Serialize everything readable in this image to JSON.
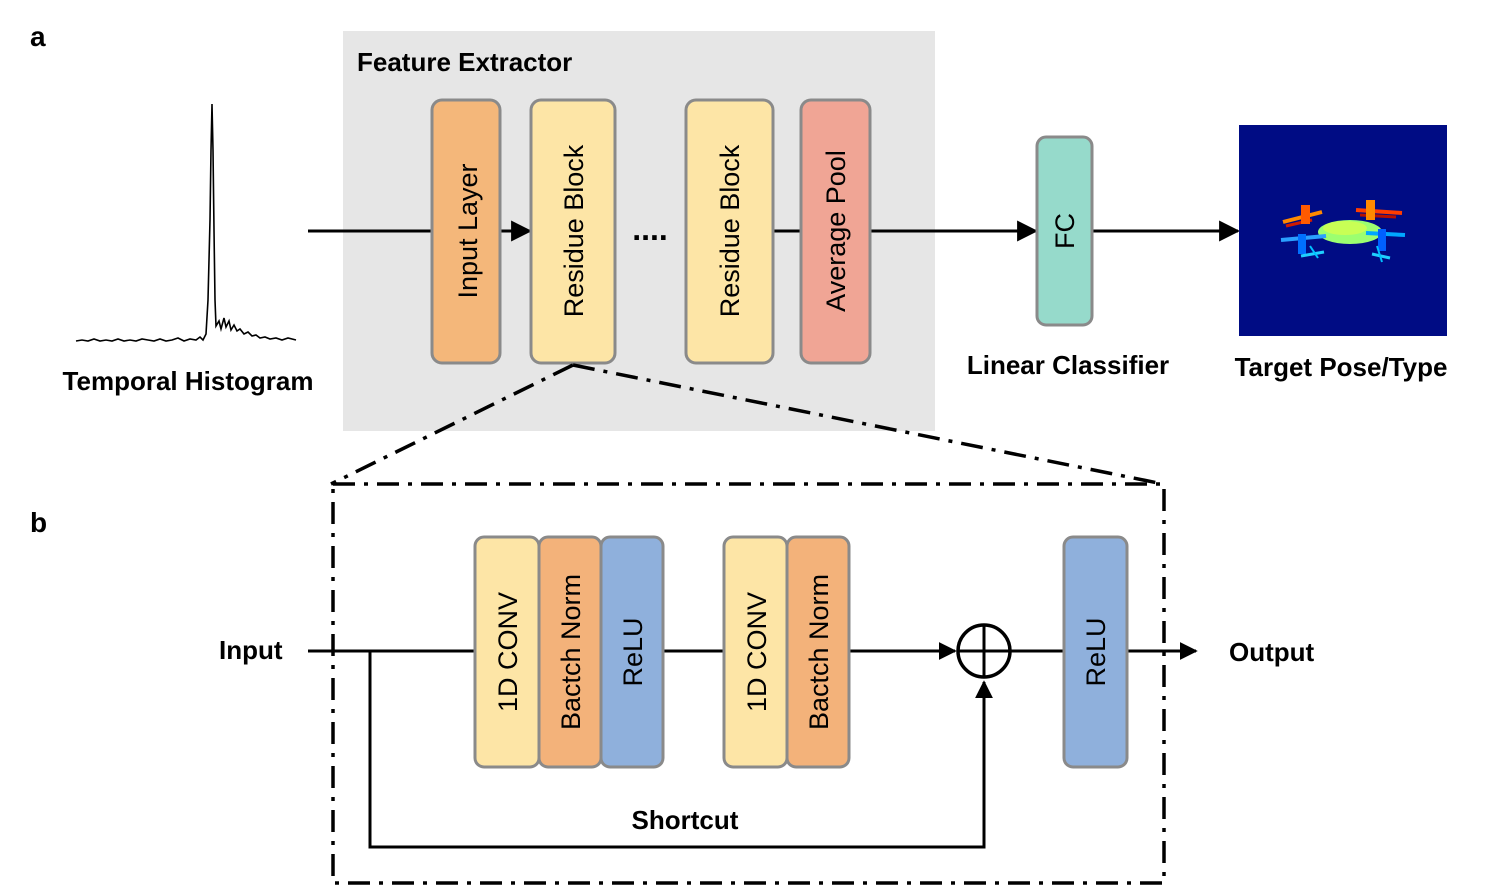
{
  "panel_a": {
    "letter": "a",
    "feature_extractor_title": "Feature Extractor",
    "blocks": {
      "input_layer": "Input Layer",
      "residue_block_1": "Residue Block",
      "ellipsis": "....",
      "residue_block_2": "Residue Block",
      "average_pool": "Average Pool"
    },
    "fc": "FC",
    "temporal_histogram": "Temporal Histogram",
    "linear_classifier": "Linear Classifier",
    "target": "Target Pose/Type"
  },
  "panel_b": {
    "letter": "b",
    "input": "Input",
    "output": "Output",
    "shortcut": "Shortcut",
    "blocks": {
      "conv1": "1D CONV",
      "bn1": "Bactch Norm",
      "relu1": "ReLU",
      "conv2": "1D CONV",
      "bn2": "Bactch Norm",
      "relu_out": "ReLU"
    }
  },
  "colors": {
    "input_layer": "#f4b77a",
    "residue_block": "#fde5a6",
    "average_pool": "#f0a595",
    "fc": "#96dacb",
    "batch_norm": "#f3b27a",
    "relu": "#8fb0dc",
    "block_border": "#8a8a8a",
    "extractor_bg": "#e6e6e6",
    "target_bg": "#000c84"
  }
}
